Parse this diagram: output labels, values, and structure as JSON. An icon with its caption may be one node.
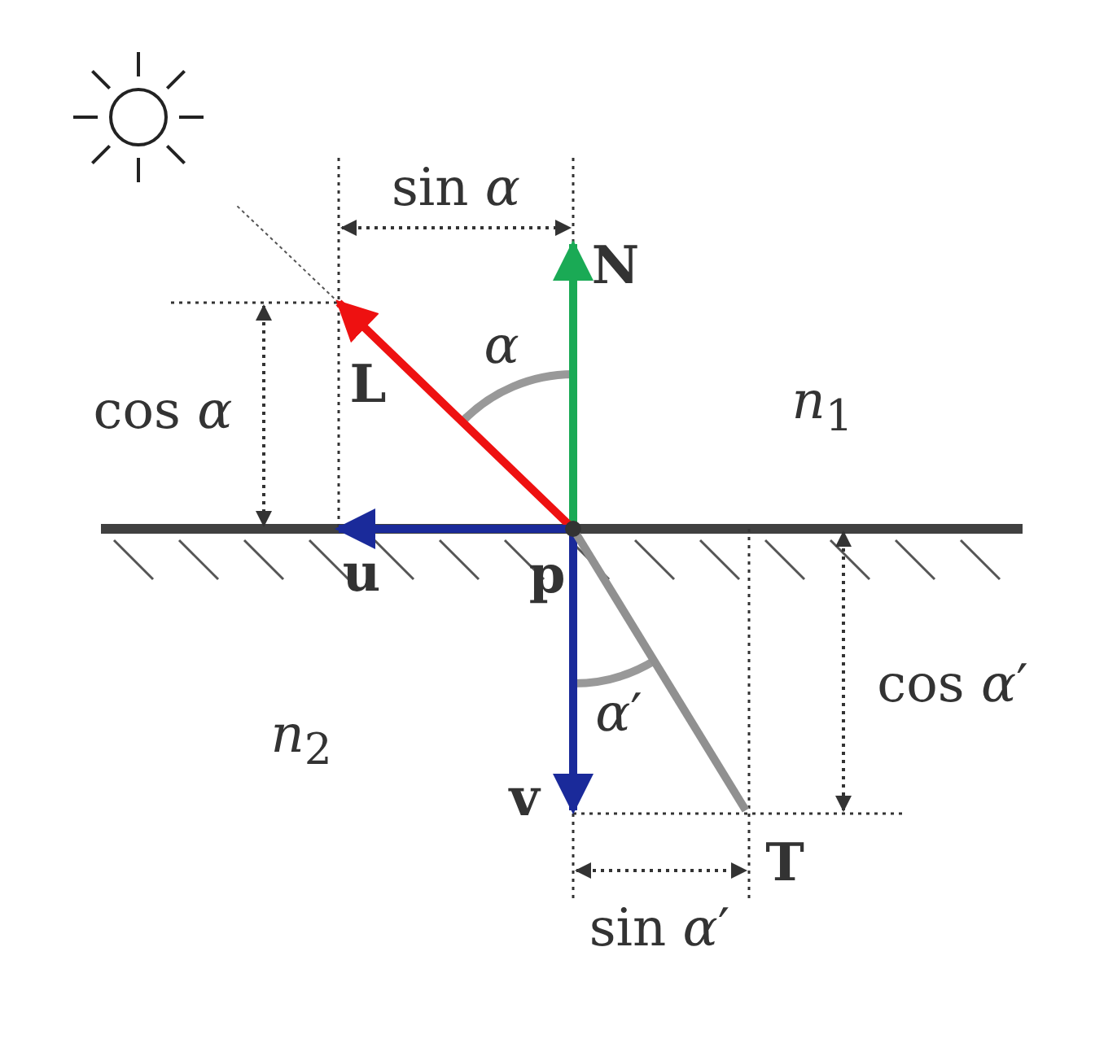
{
  "diagram": {
    "nodes": [
      {
        "text": [
          "p"
        ]
      },
      {
        "text": [
          "N"
        ]
      },
      {
        "text": [
          "L"
        ]
      },
      {
        "text": [
          "u"
        ]
      },
      {
        "text": [
          "v"
        ]
      },
      {
        "text": [
          "T"
        ]
      }
    ],
    "edges": [
      {
        "from": 0,
        "to": 1,
        "arrow": "to",
        "color": "#1aaa55"
      },
      {
        "from": 0,
        "to": 2,
        "arrow": "to",
        "color": "#ee1111"
      },
      {
        "from": 0,
        "to": 3,
        "arrow": "to",
        "color": "#1a2a9a"
      },
      {
        "from": 0,
        "to": 4,
        "arrow": "to",
        "color": "#1a2a9a"
      },
      {
        "from": 0,
        "to": 5,
        "arrow": "none",
        "color": "#909090"
      }
    ],
    "labels": [
      "sin *α*",
      "*α*",
      "cos *α*",
      "*n*$_{1}$",
      "*α*′",
      "*n*$_{2}$",
      "cos *α*′",
      "sin *α*′"
    ]
  }
}
